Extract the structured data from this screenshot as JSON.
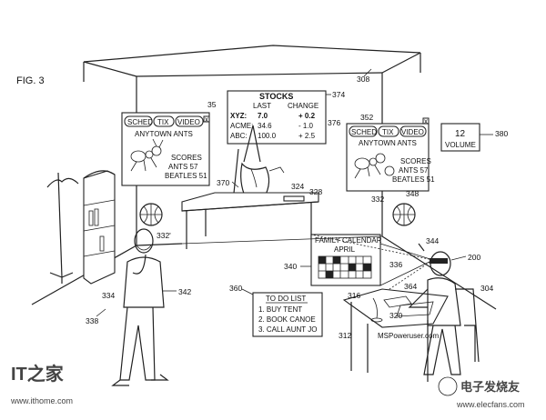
{
  "figure": {
    "label": "FIG. 3"
  },
  "stocks_panel": {
    "title": "STOCKS",
    "col_last": "LAST",
    "col_change": "CHANGE",
    "rows": [
      {
        "sym": "XYZ:",
        "last": "7.0",
        "change": "+ 0.2"
      },
      {
        "sym": "ACME:",
        "last": "34.6",
        "change": "- 1.0"
      },
      {
        "sym": "ABC:",
        "last": "100.0",
        "change": "+ 2.5"
      }
    ]
  },
  "sports_left": {
    "buttons": [
      "SCHED",
      "TIX",
      "VIDEO"
    ],
    "close": "x",
    "team_title": "ANYTOWN ANTS",
    "scores_title": "SCORES",
    "score_lines": [
      "ANTS  57",
      "BEATLES  51"
    ]
  },
  "sports_right": {
    "buttons": [
      "SCHED",
      "TIX",
      "VIDEO"
    ],
    "close": "x",
    "team_title": "ANYTOWN ANTS",
    "scores_title": "SCORES",
    "score_lines": [
      "ANTS  57",
      "BEATLES  51"
    ]
  },
  "volume": {
    "value": "12",
    "label": "VOLUME"
  },
  "calendar": {
    "title": "FAMILY CALENDAR",
    "month": "APRIL"
  },
  "todo": {
    "title": "TO DO LIST",
    "items": [
      "1. BUY TENT",
      "2. BOOK CANOE",
      "3. CALL AUNT JO"
    ]
  },
  "screen_label": "MSPoweruser.com",
  "refs": {
    "r308": "308",
    "r374": "374",
    "r376": "376",
    "r35": "35",
    "r352": "352",
    "r380": "380",
    "r370": "370",
    "r324": "324",
    "r328": "328",
    "r332a": "332'",
    "r332b": "332",
    "r348": "348",
    "r344": "344",
    "r200": "200",
    "r304": "304",
    "r340": "340",
    "r336": "336",
    "r364": "364",
    "r316": "316",
    "r320": "320",
    "r312": "312",
    "r360": "360",
    "r334": "334",
    "r342": "342",
    "r338": "338"
  },
  "watermarks": {
    "ithome_logo": "IT之家",
    "ithome_url": "www.ithome.com",
    "elecfans": "电子发烧友",
    "elecfans_url": "www.elecfans.com"
  }
}
